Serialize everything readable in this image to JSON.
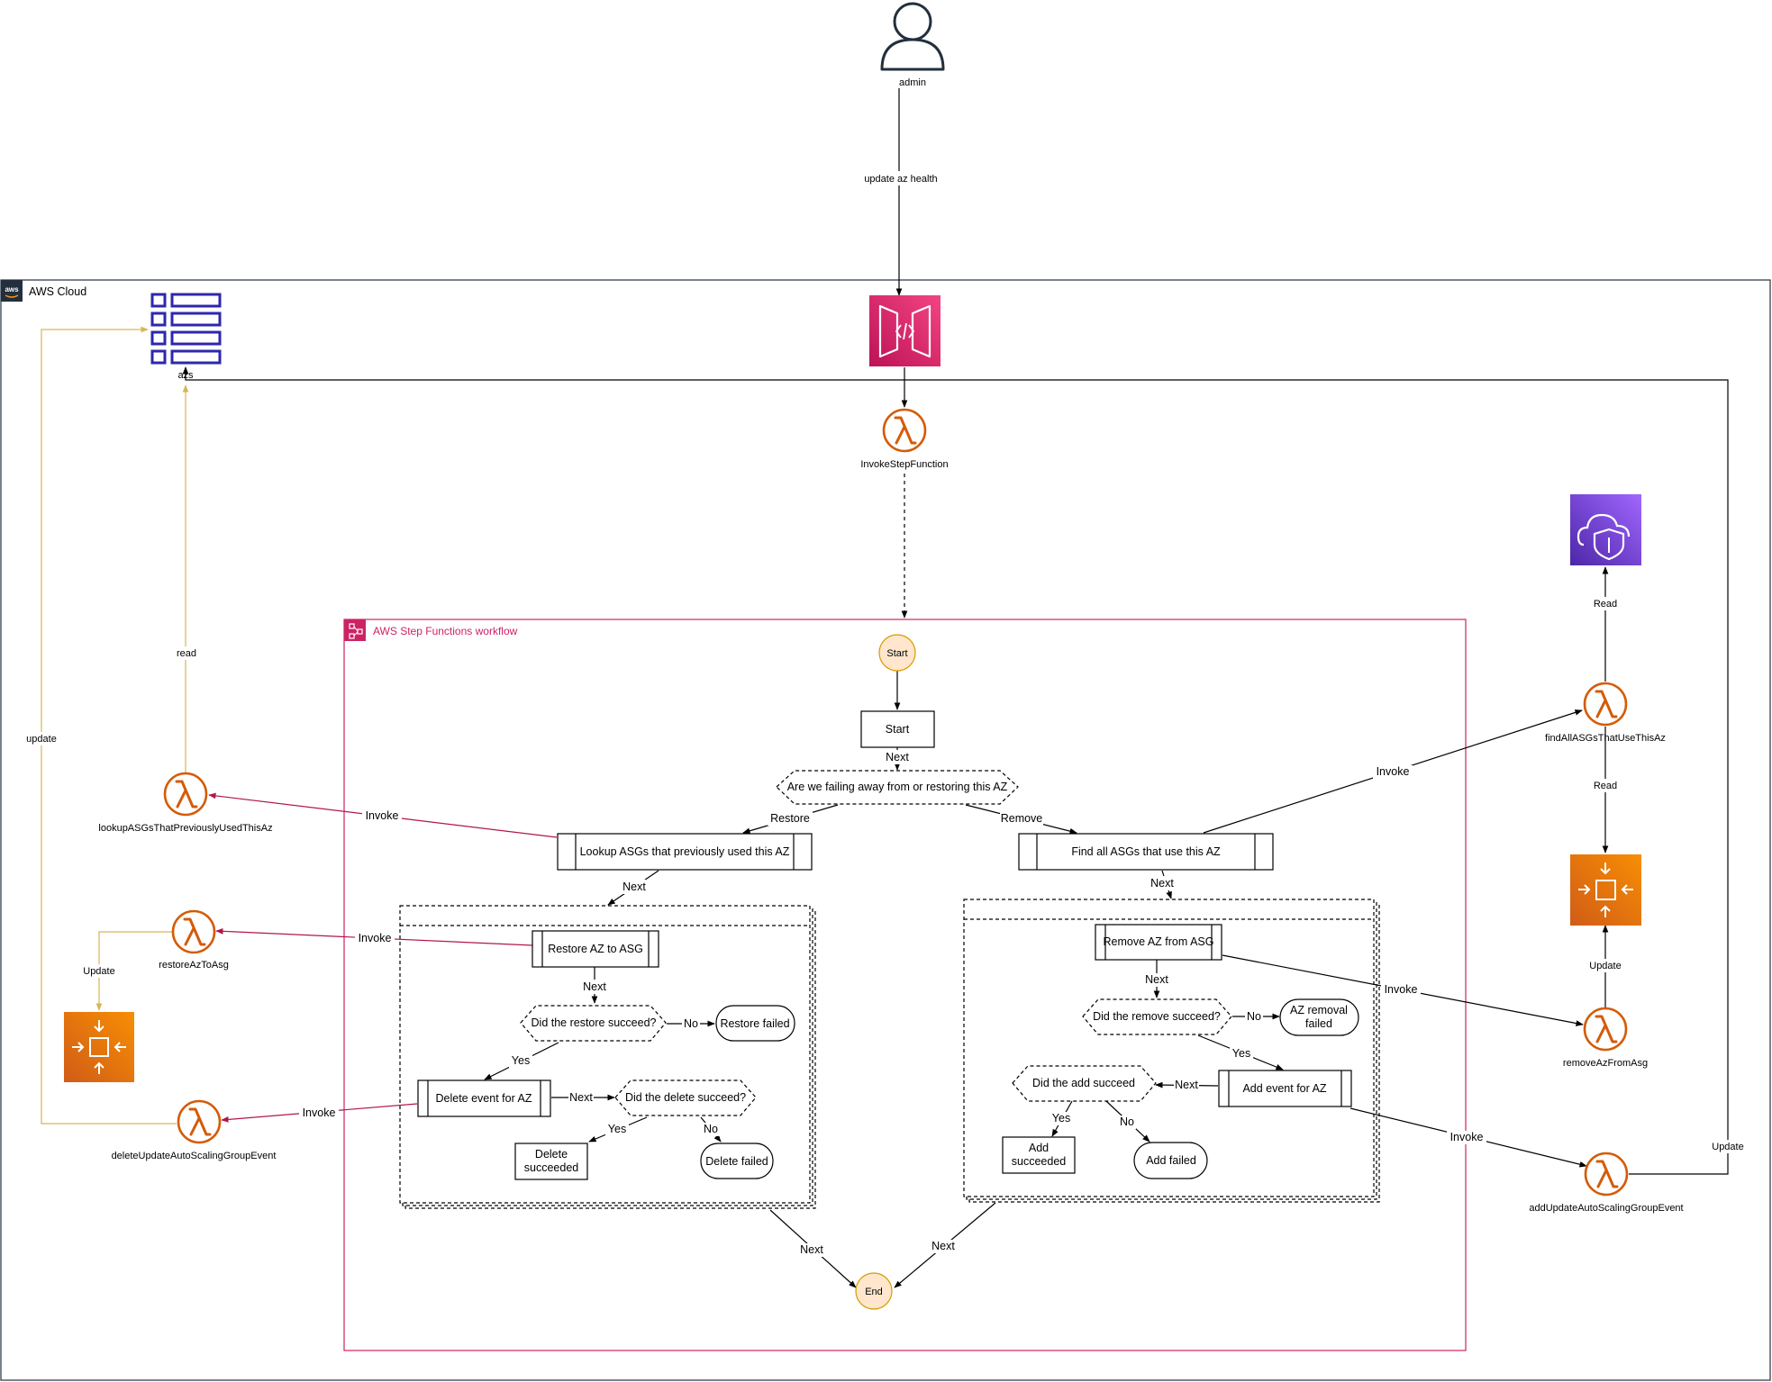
{
  "actor": {
    "label": "admin",
    "icon": "user-icon"
  },
  "cloud": {
    "label": "AWS Cloud",
    "badge": "aws"
  },
  "services": {
    "dynamo": {
      "label": "azs",
      "icon": "dynamodb-table-icon"
    },
    "api": {
      "icon": "api-gateway-icon"
    },
    "invoke": {
      "label": "InvokeStepFunction",
      "icon": "lambda-icon"
    },
    "security": {
      "icon": "cloud-shield-icon"
    },
    "find": {
      "label": "findAllASGsThatUseThisAz",
      "icon": "lambda-icon"
    },
    "asgRight": {
      "icon": "auto-scaling-icon"
    },
    "removeFn": {
      "label": "removeAzFromAsg",
      "icon": "lambda-icon"
    },
    "addFn": {
      "label": "addUpdateAutoScalingGroupEvent",
      "icon": "lambda-icon"
    },
    "lookupFn": {
      "label": "lookupASGsThatPreviouslyUsedThisAz",
      "icon": "lambda-icon"
    },
    "restoreFn": {
      "label": "restoreAzToAsg",
      "icon": "lambda-icon"
    },
    "asgLeft": {
      "icon": "auto-scaling-icon"
    },
    "deleteFn": {
      "label": "deleteUpdateAutoScalingGroupEvent",
      "icon": "lambda-icon"
    }
  },
  "workflow": {
    "title": "AWS Step Functions workflow",
    "icon": "step-functions-icon",
    "startCircle": "Start",
    "startBox": "Start",
    "decision": "Are we failing away from or restoring this AZ",
    "lookupTask": "Lookup ASGs that previously used this AZ",
    "findTask": "Find all ASGs that use this AZ",
    "restoreTask": "Restore AZ to ASG",
    "restoreCheck": "Did the restore succeed?",
    "restoreFailed": "Restore failed",
    "deleteTask": "Delete event for AZ",
    "deleteCheck": "Did the delete succeed?",
    "deleteSucceeded": [
      "Delete",
      "succeeded"
    ],
    "deleteFailed": "Delete failed",
    "removeTask": "Remove AZ from ASG",
    "removeCheck": "Did the remove succeed?",
    "removalFailed": [
      "AZ removal",
      "failed"
    ],
    "addTask": "Add event for AZ",
    "addCheck": "Did the add succeed",
    "addSucceeded": [
      "Add",
      "succeeded"
    ],
    "addFailed": "Add failed",
    "end": "End"
  },
  "edges": {
    "updateAzHealth": "update az health",
    "next": "Next",
    "restore": "Restore",
    "remove": "Remove",
    "invoke": "Invoke",
    "read": "Read",
    "readLower": "read",
    "update": "Update",
    "updateLower": "update",
    "yes": "Yes",
    "no": "No"
  },
  "colors": {
    "stepFunctions": "#cd2264",
    "lambda": "#d45b07",
    "dynamo": "#2e27ad",
    "autoScaling": "#ed7100",
    "security": "#6a3fc8",
    "apiGateway": "#e7157b",
    "invokeEdge": "#b0164e",
    "dataEdge": "#d6b656",
    "terminal": "#ffe6cc"
  }
}
